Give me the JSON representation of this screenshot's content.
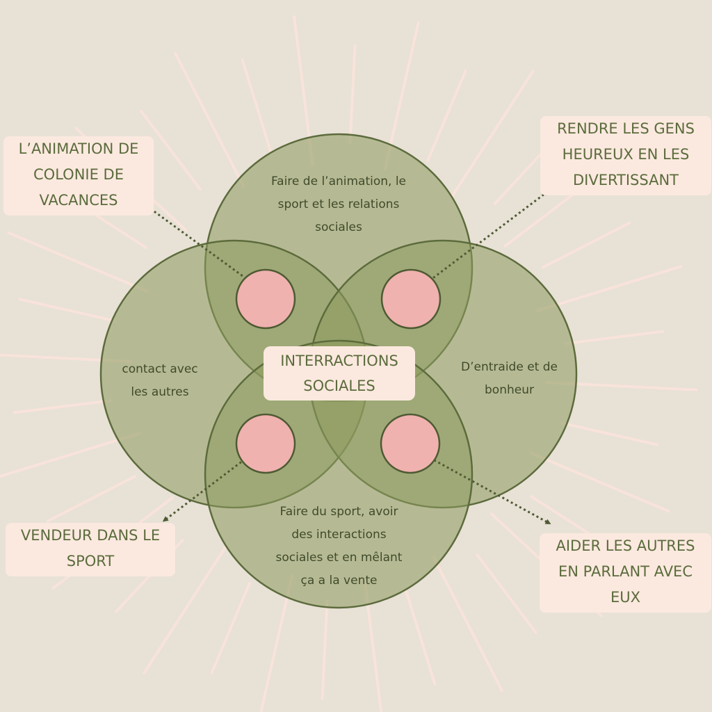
{
  "diagram": {
    "center_label": [
      "INTERRACTIONS",
      "SOCIALES"
    ],
    "circles": {
      "top": [
        "Faire de l’animation, le",
        "sport et les relations",
        "sociales"
      ],
      "left": [
        "contact avec",
        "les autres"
      ],
      "right": [
        "D’entraide et de",
        "bonheur"
      ],
      "bottom": [
        "Faire du sport, avoir",
        "des interactions",
        "sociales et en mêlant",
        "ça a la vente"
      ]
    },
    "callouts": {
      "top_left": [
        "L’ANIMATION  DE",
        "COLONIE DE",
        "VACANCES"
      ],
      "top_right": [
        "RENDRE LES GENS",
        "HEUREUX EN LES",
        "DIVERTISSANT"
      ],
      "bottom_left": [
        "VENDEUR DANS LE",
        "SPORT"
      ],
      "bottom_right": [
        "AIDER LES AUTRES",
        "EN PARLANT AVEC",
        "EUX"
      ]
    }
  },
  "colors": {
    "background": "#e8e1d6",
    "rays": "#f8e3da",
    "circle_fill": "#8d9a5e",
    "circle_stroke": "#5c6b3c",
    "dot_fill": "#efb2ae",
    "dot_stroke": "#4e5a33",
    "label_bg": "#fbe9df",
    "label_text": "#5b6b3c",
    "arrow": "#4e5a33"
  }
}
